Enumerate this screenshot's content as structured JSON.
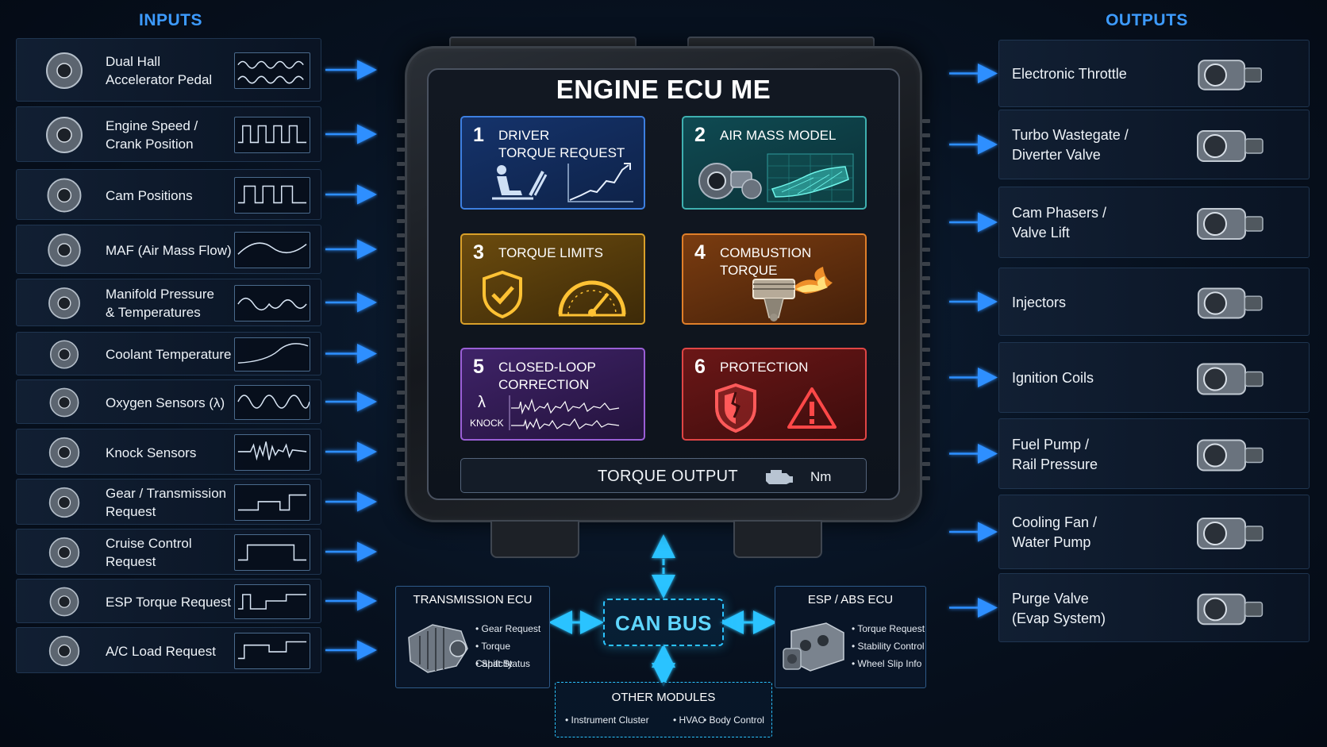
{
  "inputs_title": "INPUTS",
  "outputs_title": "OUTPUTS",
  "inputs": [
    {
      "label": "Dual Hall\nAccelerator Pedal",
      "icon": "accelerator-pedal-icon"
    },
    {
      "label": "Engine Speed /\nCrank Position",
      "icon": "crank-gear-icon"
    },
    {
      "label": "Cam Positions",
      "icon": "cam-gear-icon"
    },
    {
      "label": "MAF (Air Mass Flow)",
      "icon": "maf-sensor-icon"
    },
    {
      "label": "Manifold Pressure\n& Temperatures",
      "icon": "intake-manifold-icon"
    },
    {
      "label": "Coolant Temperature",
      "icon": "thermometer-icon"
    },
    {
      "label": "Oxygen Sensors (λ)",
      "icon": "oxygen-sensor-icon"
    },
    {
      "label": "Knock Sensors",
      "icon": "knock-sensor-icon"
    },
    {
      "label": "Gear / Transmission\nRequest",
      "icon": "gear-lever-icon"
    },
    {
      "label": "Cruise Control\nRequest",
      "icon": "speedometer-icon"
    },
    {
      "label": "ESP Torque Request",
      "icon": "skid-car-icon"
    },
    {
      "label": "A/C Load Request",
      "icon": "snowflake-icon"
    }
  ],
  "outputs": [
    {
      "label": "Electronic Throttle",
      "icon": "throttle-body-icon"
    },
    {
      "label": "Turbo Wastegate /\nDiverter Valve",
      "icon": "turbocharger-icon"
    },
    {
      "label": "Cam Phasers /\nValve Lift",
      "icon": "cam-phaser-icon"
    },
    {
      "label": "Injectors",
      "icon": "injector-icon"
    },
    {
      "label": "Ignition Coils",
      "icon": "ignition-coil-icon"
    },
    {
      "label": "Fuel Pump /\nRail Pressure",
      "icon": "fuel-pump-icon"
    },
    {
      "label": "Cooling Fan /\nWater Pump",
      "icon": "cooling-fan-icon"
    },
    {
      "label": "Purge Valve\n(Evap System)",
      "icon": "purge-valve-icon"
    }
  ],
  "ecu": {
    "title": "ENGINE ECU ME",
    "blocks": [
      {
        "num": "1",
        "title": "DRIVER\nTORQUE REQUEST"
      },
      {
        "num": "2",
        "title": "AIR MASS MODEL"
      },
      {
        "num": "3",
        "title": "TORQUE LIMITS"
      },
      {
        "num": "4",
        "title": "COMBUSTION TORQUE"
      },
      {
        "num": "5",
        "title": "CLOSED-LOOP\nCORRECTION",
        "lambda": "λ",
        "knock": "KNOCK"
      },
      {
        "num": "6",
        "title": "PROTECTION"
      }
    ],
    "torque_output": "TORQUE OUTPUT",
    "unit": "Nm"
  },
  "can": {
    "label": "CAN BUS",
    "transmission": {
      "title": "TRANSMISSION ECU",
      "items": [
        "Gear Request",
        "Torque Capacity",
        "Shift Status"
      ]
    },
    "esp": {
      "title": "ESP / ABS ECU",
      "items": [
        "Torque Request",
        "Stability Control",
        "Wheel Slip Info"
      ]
    },
    "other": {
      "title": "OTHER MODULES",
      "items": [
        "Instrument Cluster",
        "HVAC",
        "Body Control"
      ]
    }
  },
  "colors": {
    "accent": "#3d9bff",
    "can": "#2bc3ff",
    "arrow": "#2f8fff"
  }
}
